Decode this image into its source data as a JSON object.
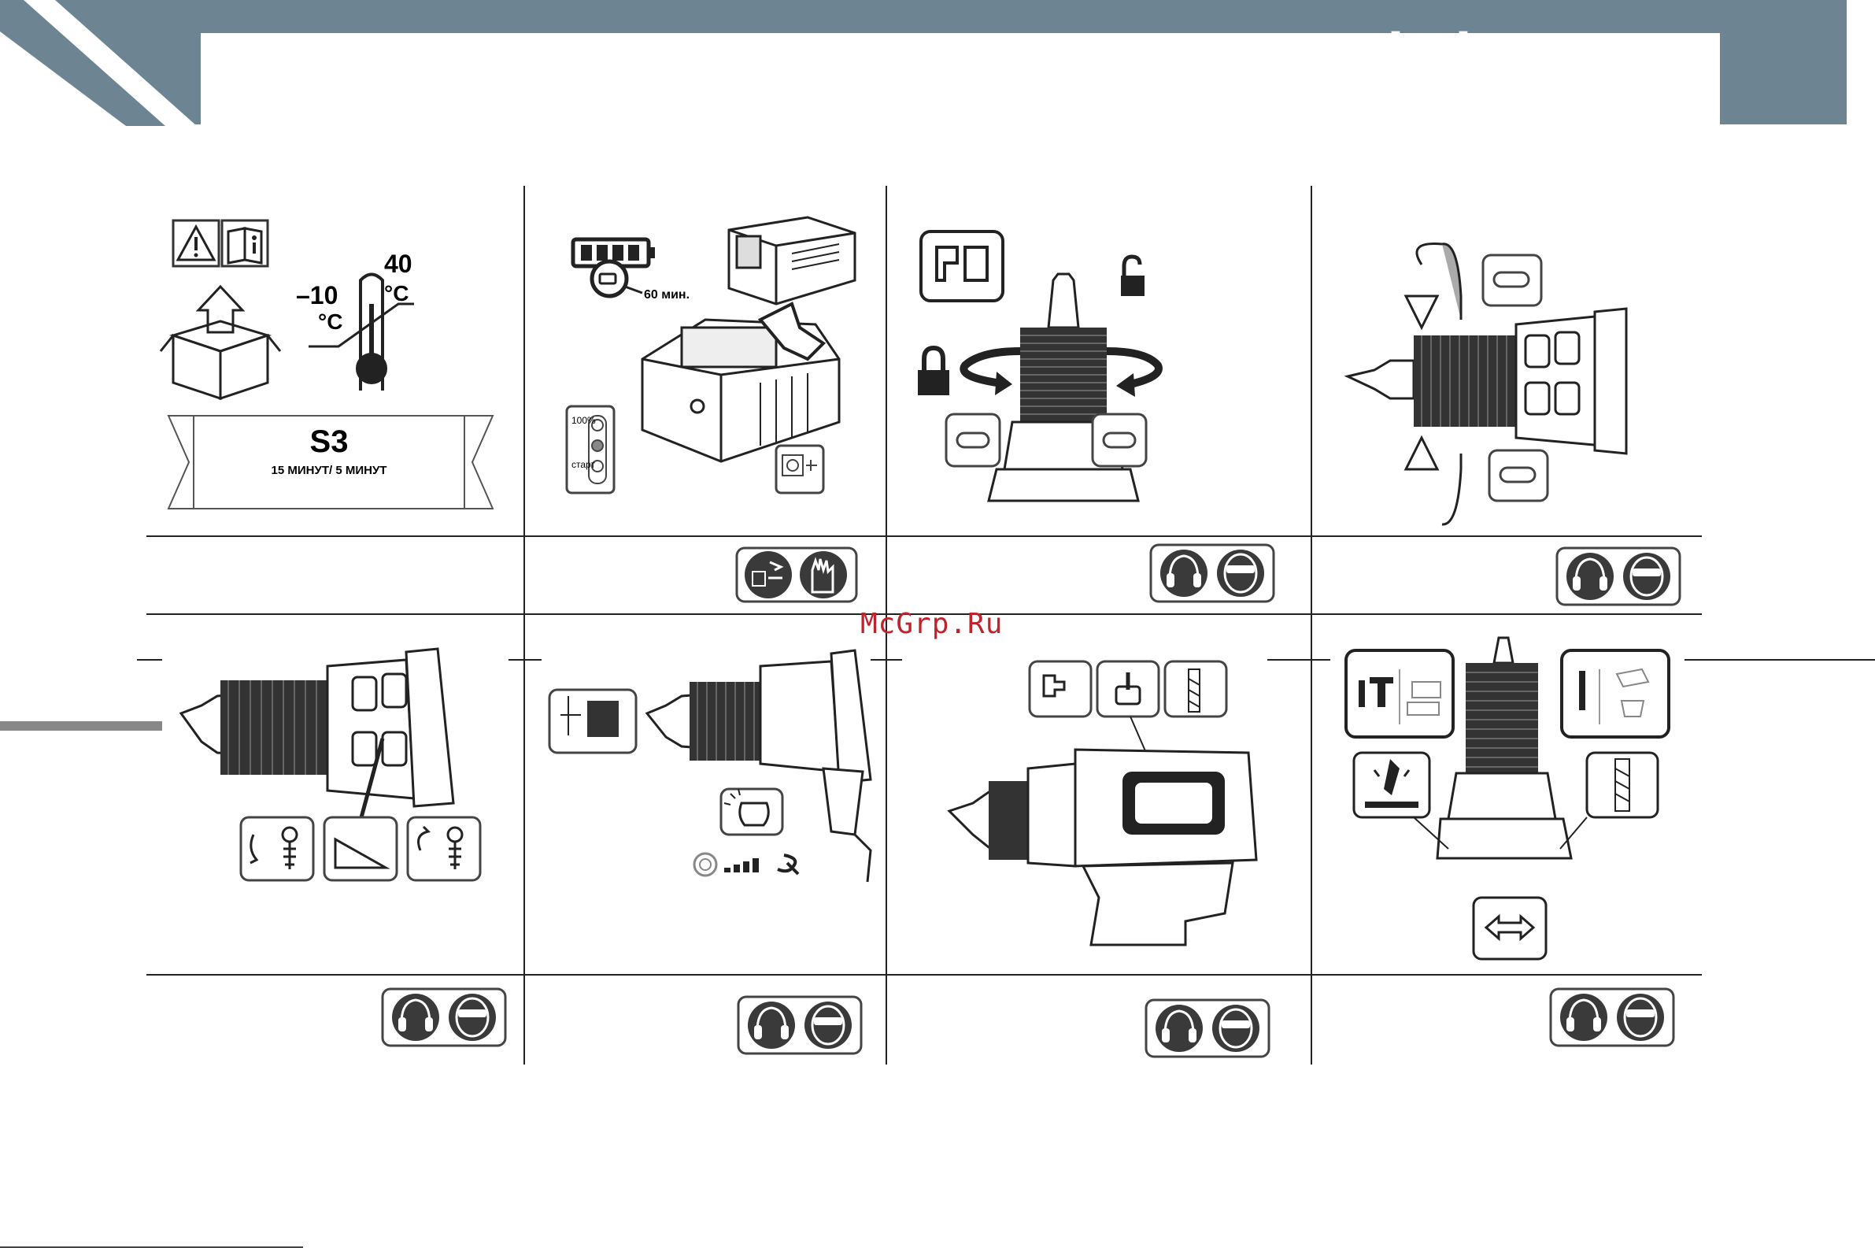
{
  "header": {
    "brand": "r",
    "brand_sub": "ep]"
  },
  "watermark": "McGrp.Ru",
  "panels": {
    "storage": {
      "temp_low": "–10",
      "temp_high": "40",
      "temp_unit": "°C",
      "mode_title": "S3",
      "mode_sub": "15 МИНУТ/ 5 МИНУТ"
    },
    "charging": {
      "charge_time": "60 мин.",
      "full_label": "100%",
      "start_label": "старт"
    }
  },
  "colors": {
    "banner": "#6d8592",
    "icon_dark": "#3a3a3a",
    "watermark": "#c0232b"
  },
  "icons": [
    "warning-icon",
    "manual-icon",
    "unbox-icon",
    "thermometer-icon",
    "battery-icon",
    "charger-icon",
    "socket-icon",
    "lock-icon",
    "unlock-icon",
    "ear-protection-icon",
    "eye-protection-icon",
    "gloves-icon",
    "unplug-icon",
    "screw-icon",
    "drill-bit-icon",
    "hammer-icon",
    "direction-icon"
  ]
}
